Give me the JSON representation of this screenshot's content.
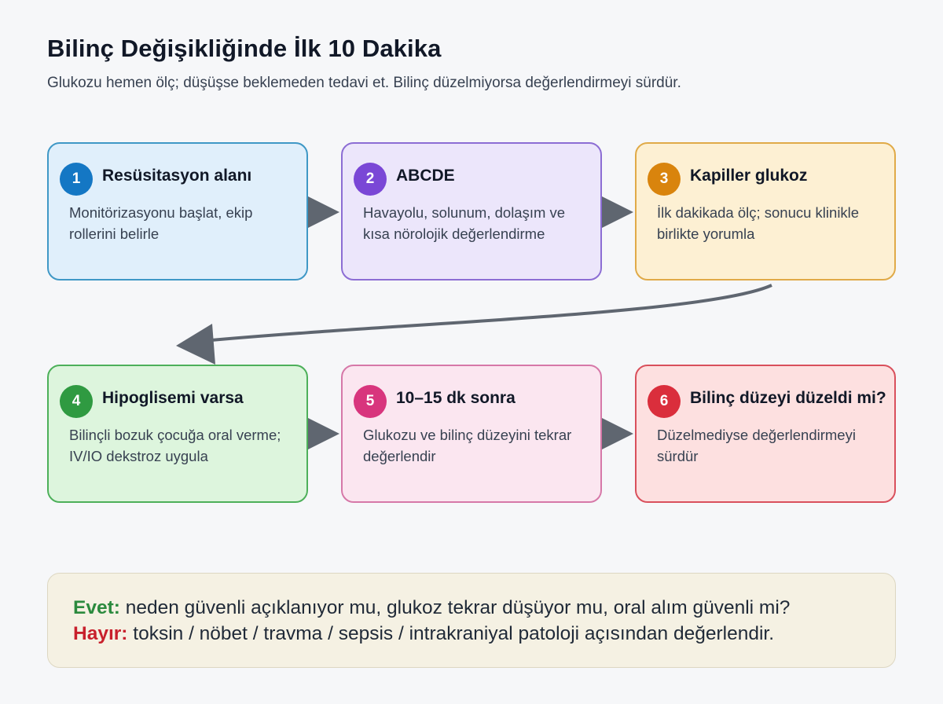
{
  "header": {
    "title": "Bilinç Değişikliğinde İlk 10 Dakika",
    "subtitle": "Glukozu hemen ölç; düşüşse beklemeden tedavi et. Bilinç düzelmiyorsa değerlendirmeyi sürdür."
  },
  "steps": [
    {
      "num": "1",
      "title": "Resüsitasyon alanı",
      "desc": "Monitörizasyonu başlat, ekip rollerini belirle"
    },
    {
      "num": "2",
      "title": "ABCDE",
      "desc": "Havayolu, solunum, dolaşım ve kısa nörolojik değerlendirme"
    },
    {
      "num": "3",
      "title": "Kapiller glukoz",
      "desc": "İlk dakikada ölç; sonucu klinikle birlikte yorumla"
    },
    {
      "num": "4",
      "title": "Hipoglisemi varsa",
      "desc": "Bilinçli bozuk çocuğa oral verme; IV/IO dekstroz uygula"
    },
    {
      "num": "5",
      "title": "10–15 dk sonra",
      "desc": "Glukozu ve bilinç düzeyini tekrar değerlendir"
    },
    {
      "num": "6",
      "title": "Bilinç düzeyi düzeldi mi?",
      "desc": "Düzelmediyse değerlendirmeyi sürdür"
    }
  ],
  "decision": {
    "yes_label": "Evet:",
    "yes_text": " neden güvenli açıklanıyor mu, glukoz tekrar düşüyor mu, oral alım güvenli mi?",
    "no_label": "Hayır:",
    "no_text": " toksin / nöbet / travma / sepsis / intrakraniyal patoloji açısından değerlendir."
  },
  "colors": {
    "step1": "#1477c4",
    "step2": "#7a47d6",
    "step3": "#d9840d",
    "step4": "#2f9a41",
    "step5": "#d8357d",
    "step6": "#da2e3c",
    "arrow": "#5f6670"
  }
}
